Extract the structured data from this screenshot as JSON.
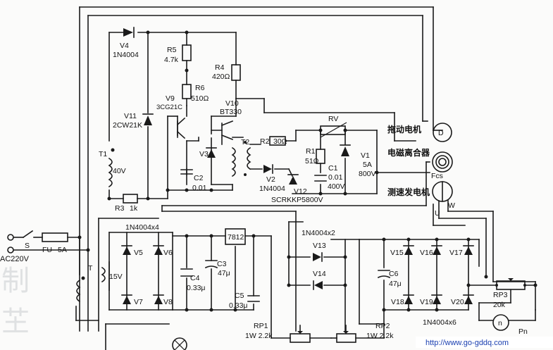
{
  "labels": {
    "v4": "V4",
    "v4_part": "1N4004",
    "r5": "R5",
    "r5_val": "4.7k",
    "r4": "R4",
    "r4_val": "420Ω",
    "r6": "R6",
    "r6_val": "510Ω",
    "v9": "V9",
    "v9_part": "3CG21C",
    "v10": "V10",
    "v10_part": "BT330",
    "v11": "V11",
    "v11_part": "2CW21K",
    "v3": "V3",
    "t1": "T1",
    "t1_val": "40V",
    "c2": "C2",
    "c2_val": "0.01",
    "r3": "R3",
    "r3_val": "1k",
    "t2": "T2",
    "r2": "R2",
    "r2_val": "30Ω",
    "v2": "V2",
    "v2_part": "1N4004",
    "r1": "R1",
    "r1_val": "51Ω",
    "rv": "RV",
    "c1": "C1",
    "c1_val": "0.01",
    "c1_v": "400V",
    "v1": "V1",
    "v1_a": "5A",
    "v1_v": "800V",
    "v12": "V12",
    "v12_part": "SCRKKP5800V",
    "motor_label": "拖动电机",
    "motor_sym": "D",
    "clutch_label": "电磁离合器",
    "tach_label": "测速发电机",
    "fcs": "Fcs",
    "u": "U",
    "w": "W",
    "s": "S",
    "fu": "FU",
    "fu_val": "5A",
    "ac": "AC220V",
    "t": "T",
    "bridge1_part": "1N4004x4",
    "v5": "V5",
    "v6": "V6",
    "v7": "V7",
    "v8": "V8",
    "v15v": "15V",
    "reg": "7812",
    "c3": "C3",
    "c3_val": "47μ",
    "c4": "C4",
    "c4_val": "0.33μ",
    "c5": "C5",
    "c5_val": "0.33μ",
    "rp1": "RP1",
    "rp1_val": "1W  2.2k",
    "bridge2_part": "1N4004x2",
    "v13": "V13",
    "v14": "V14",
    "rp2": "RP2",
    "rp2_val": "1W  2.2k",
    "c6": "C6",
    "c6_val": "47μ",
    "v15": "V15",
    "v16": "V16",
    "v17": "V17",
    "v18": "V18",
    "v19": "V19",
    "v20": "V20",
    "bridge3_part": "1N4004x6",
    "rp3": "RP3",
    "rp3_val": "20k",
    "pn_sym": "n",
    "pn": "Pn",
    "url": "http://www.go-gddq.com"
  }
}
